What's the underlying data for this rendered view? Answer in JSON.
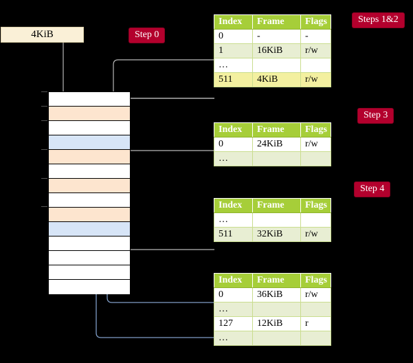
{
  "diagram": {
    "title_va_box": "4KiB",
    "accent_badge_color": "#b3002d",
    "table_header_color": "#a6ce39",
    "highlight_color": "#fbf6a8",
    "frame_peach_color": "#fde5cf",
    "frame_blue_color": "#d7e5f7",
    "wire_gray_color": "#b8b8b8",
    "wire_blue_color": "#7f9dc7"
  },
  "badges": [
    {
      "id": "step0",
      "label": "Step 0"
    },
    {
      "id": "steps12",
      "label": "Steps 1&2"
    },
    {
      "id": "step3",
      "label": "Step 3"
    },
    {
      "id": "step4",
      "label": "Step 4"
    }
  ],
  "tables": [
    {
      "id": "table-1",
      "columns": [
        "Index",
        "Frame",
        "Flags"
      ],
      "rows": [
        {
          "index": "0",
          "frame": "-",
          "flags": "-",
          "alt": false,
          "highlight": false
        },
        {
          "index": "1",
          "frame": "16KiB",
          "flags": "r/w",
          "alt": true,
          "highlight": false
        },
        {
          "index": "…",
          "frame": "",
          "flags": "",
          "alt": false,
          "highlight": false
        },
        {
          "index": "511",
          "frame": "4KiB",
          "flags": "r/w",
          "alt": true,
          "highlight": true
        }
      ]
    },
    {
      "id": "table-2",
      "columns": [
        "Index",
        "Frame",
        "Flags"
      ],
      "rows": [
        {
          "index": "0",
          "frame": "24KiB",
          "flags": "r/w",
          "alt": false,
          "highlight": false
        },
        {
          "index": "…",
          "frame": "",
          "flags": "",
          "alt": true,
          "highlight": false
        }
      ]
    },
    {
      "id": "table-3",
      "columns": [
        "Index",
        "Frame",
        "Flags"
      ],
      "rows": [
        {
          "index": "…",
          "frame": "",
          "flags": "",
          "alt": false,
          "highlight": false
        },
        {
          "index": "511",
          "frame": "32KiB",
          "flags": "r/w",
          "alt": true,
          "highlight": false
        }
      ]
    },
    {
      "id": "table-4",
      "columns": [
        "Index",
        "Frame",
        "Flags"
      ],
      "rows": [
        {
          "index": "0",
          "frame": "36KiB",
          "flags": "r/w",
          "alt": false,
          "highlight": false
        },
        {
          "index": "…",
          "frame": "",
          "flags": "",
          "alt": true,
          "highlight": false
        },
        {
          "index": "127",
          "frame": "12KiB",
          "flags": "r",
          "alt": false,
          "highlight": false
        },
        {
          "index": "…",
          "frame": "",
          "flags": "",
          "alt": true,
          "highlight": false
        }
      ]
    }
  ],
  "memory": {
    "name": "physical-memory-frames",
    "rows": [
      {
        "fill": "white"
      },
      {
        "fill": "peach"
      },
      {
        "fill": "white"
      },
      {
        "fill": "blue"
      },
      {
        "fill": "peach"
      },
      {
        "fill": "white"
      },
      {
        "fill": "peach"
      },
      {
        "fill": "white"
      },
      {
        "fill": "peach"
      },
      {
        "fill": "blue"
      },
      {
        "fill": "white"
      },
      {
        "fill": "white"
      },
      {
        "fill": "white"
      },
      {
        "fill": "white"
      }
    ]
  }
}
